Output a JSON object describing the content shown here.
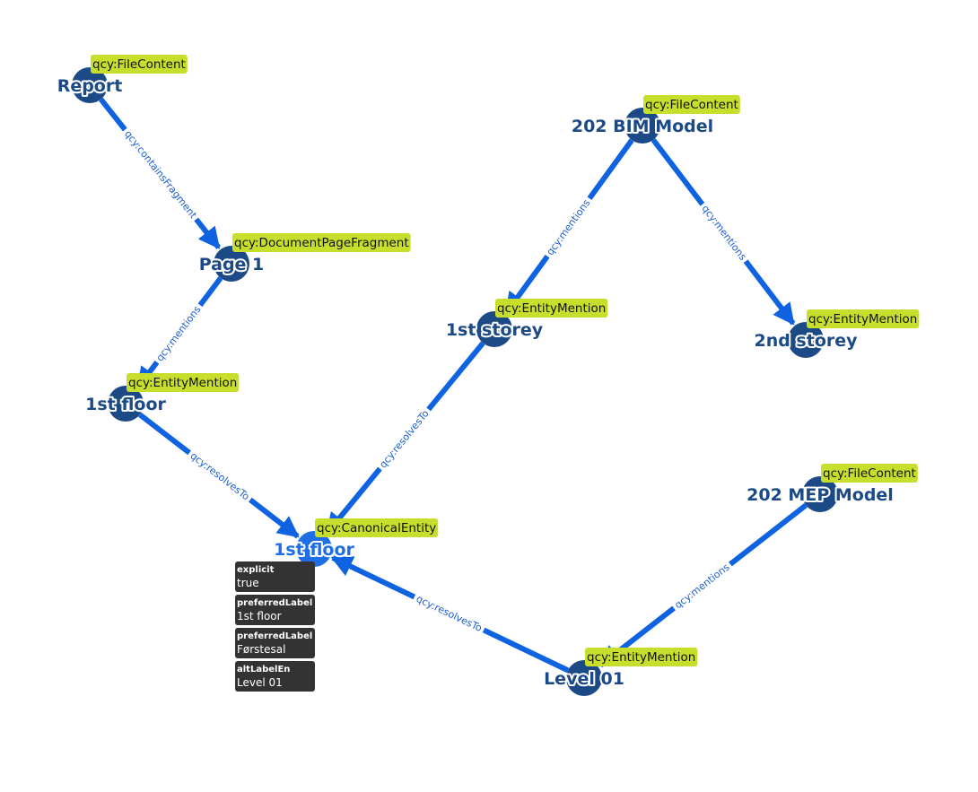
{
  "colors": {
    "edge": "#0f62e0",
    "node": "#1b4a86",
    "node_selected": "#1e6ee6",
    "type_badge": "#c8de2c",
    "property_card": "#333333"
  },
  "nodes": [
    {
      "id": "report",
      "label": "Report",
      "type": "qcy:FileContent"
    },
    {
      "id": "page1",
      "label": "Page 1",
      "type": "qcy:DocumentPageFragment"
    },
    {
      "id": "mention-1st-floor",
      "label": "1st floor",
      "type": "qcy:EntityMention"
    },
    {
      "id": "canonical-1st-floor",
      "label": "1st floor",
      "type": "qcy:CanonicalEntity",
      "selected": true
    },
    {
      "id": "bim-model",
      "label": "202 BIM Model",
      "type": "qcy:FileContent"
    },
    {
      "id": "mention-1st-storey",
      "label": "1st storey",
      "type": "qcy:EntityMention"
    },
    {
      "id": "mention-2nd-storey",
      "label": "2nd storey",
      "type": "qcy:EntityMention"
    },
    {
      "id": "mep-model",
      "label": "202 MEP Model",
      "type": "qcy:FileContent"
    },
    {
      "id": "mention-level-01",
      "label": "Level 01",
      "type": "qcy:EntityMention"
    }
  ],
  "edges": [
    {
      "from": "report",
      "to": "page1",
      "label": "qcy:containsFragment"
    },
    {
      "from": "page1",
      "to": "mention-1st-floor",
      "label": "qcy:mentions"
    },
    {
      "from": "mention-1st-floor",
      "to": "canonical-1st-floor",
      "label": "qcy:resolvesTo"
    },
    {
      "from": "bim-model",
      "to": "mention-1st-storey",
      "label": "qcy:mentions"
    },
    {
      "from": "bim-model",
      "to": "mention-2nd-storey",
      "label": "qcy:mentions"
    },
    {
      "from": "mention-1st-storey",
      "to": "canonical-1st-floor",
      "label": "qcy:resolvesTo"
    },
    {
      "from": "mep-model",
      "to": "mention-level-01",
      "label": "qcy:mentions"
    },
    {
      "from": "mention-level-01",
      "to": "canonical-1st-floor",
      "label": "qcy:resolvesTo"
    }
  ],
  "selected_properties": [
    {
      "key": "explicit",
      "value": "true"
    },
    {
      "key": "preferredLabel",
      "value": "1st floor"
    },
    {
      "key": "preferredLabelDa",
      "value": "Førstesal"
    },
    {
      "key": "altLabelEn",
      "value": "Level 01"
    }
  ]
}
